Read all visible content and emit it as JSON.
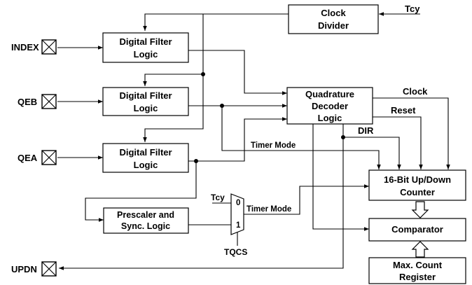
{
  "pins": {
    "index": "INDEX",
    "qeb": "QEB",
    "qea": "QEA",
    "updn": "UPDN"
  },
  "blocks": {
    "clock_divider": [
      "Clock",
      "Divider"
    ],
    "dfl_index": [
      "Digital Filter",
      "Logic"
    ],
    "dfl_qeb": [
      "Digital Filter",
      "Logic"
    ],
    "dfl_qea": [
      "Digital Filter",
      "Logic"
    ],
    "quad_decoder": [
      "Quadrature",
      "Decoder",
      "Logic"
    ],
    "prescaler": [
      "Prescaler and",
      "Sync. Logic"
    ],
    "counter": [
      "16-Bit Up/Down",
      "Counter"
    ],
    "comparator": [
      "Comparator"
    ],
    "max_count": [
      "Max. Count",
      "Register"
    ]
  },
  "signals": {
    "tcy_top": "Tcy",
    "tcy_mux": "Tcy",
    "clock": "Clock",
    "reset": "Reset",
    "dir": "DIR",
    "timer_mode_1": "Timer Mode",
    "timer_mode_2": "Timer Mode",
    "tqcs": "TQCS",
    "mux_in0": "0",
    "mux_in1": "1"
  }
}
